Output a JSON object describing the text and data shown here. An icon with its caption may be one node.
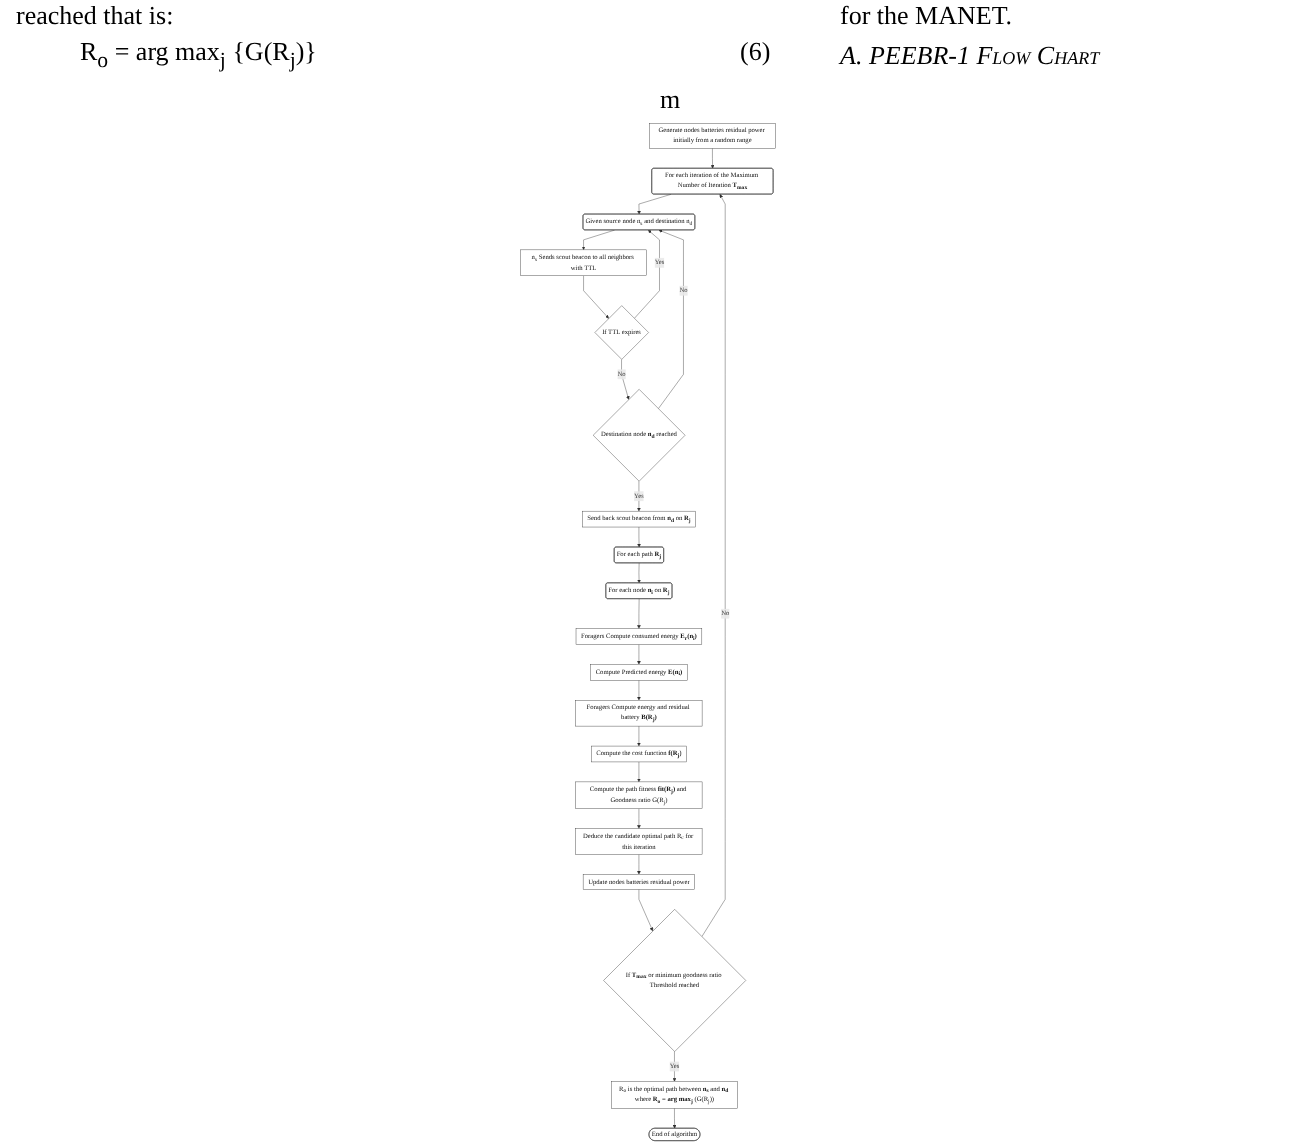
{
  "diagram": {
    "title": "A. PEEBR-1 Flow Chart",
    "nodes": [
      {
        "text": [
          "Generate nodes batteries residual power initially from a random range"
        ]
      },
      {
        "text": [
          "For each iteration of the Maximum Number of Iteration **T$_{max}$**"
        ]
      },
      {
        "text": [
          "Given source node n$_{s}$ and destination n$_{d}$"
        ]
      },
      {
        "text": [
          "n$_{s}$ Sends scout beacon to all neighbors with TTL"
        ]
      },
      {
        "text": [
          "If TTL expires"
        ]
      },
      {
        "text": [
          "Destination node **n$_{d}$** reached"
        ]
      },
      {
        "text": [
          "Send back scout beacon from **n$_{d}$** on **R$_{j}$**"
        ]
      },
      {
        "text": [
          "For each path **R$_{j}$**"
        ]
      },
      {
        "text": [
          "For each node **n$_{i}$** on **R$_{j}$**"
        ]
      },
      {
        "text": [
          "Foragers Compute consumed energy **E$_{r}$(n$_{i}$)**"
        ]
      },
      {
        "text": [
          "Compute Predicted energy **E(n$_{i}$)**"
        ]
      },
      {
        "text": [
          "Foragers Compute energy and residual battery **B(R$_{j}$)**"
        ]
      },
      {
        "text": [
          "Compute the cost function **f(R$_{j}$)**"
        ]
      },
      {
        "text": [
          "Compute the path fitness **fit(R$_{j}$)** and Goodness ratio G(R$_{j}$)"
        ]
      },
      {
        "text": [
          "Deduce the candidate optimal path R$_{c}$ for this iteration"
        ]
      },
      {
        "text": [
          "Update nodes batteries residual power"
        ]
      },
      {
        "text": [
          "If **T$_{max}$** or minimum goodness ratio Threshold reached"
        ]
      },
      {
        "text": [
          "R$_{o}$ is the optimal path between **n$_{s}$** and **n$_{d}$** where **R$_{o}$ = arg max$_{j}$** (G(R$_{j}$))"
        ]
      },
      {
        "text": [
          "End of algorithm"
        ]
      }
    ],
    "edges": [
      {
        "from": 0,
        "to": 1,
        "arrow": "to"
      },
      {
        "from": 1,
        "to": 2,
        "arrow": "to"
      },
      {
        "from": 2,
        "to": 3,
        "arrow": "to"
      },
      {
        "from": 3,
        "to": 4,
        "arrow": "to"
      },
      {
        "from": 4,
        "to": 2,
        "arrow": "to",
        "label": "Yes"
      },
      {
        "from": 4,
        "to": 5,
        "arrow": "to",
        "label": "No"
      },
      {
        "from": 5,
        "to": 2,
        "arrow": "to",
        "label": "No"
      },
      {
        "from": 5,
        "to": 6,
        "arrow": "to",
        "label": "Yes"
      },
      {
        "from": 6,
        "to": 7,
        "arrow": "to"
      },
      {
        "from": 7,
        "to": 8,
        "arrow": "to"
      },
      {
        "from": 8,
        "to": 9,
        "arrow": "to"
      },
      {
        "from": 9,
        "to": 10,
        "arrow": "to"
      },
      {
        "from": 10,
        "to": 11,
        "arrow": "to"
      },
      {
        "from": 11,
        "to": 12,
        "arrow": "to"
      },
      {
        "from": 12,
        "to": 13,
        "arrow": "to"
      },
      {
        "from": 13,
        "to": 14,
        "arrow": "to"
      },
      {
        "from": 14,
        "to": 15,
        "arrow": "to"
      },
      {
        "from": 15,
        "to": 16,
        "arrow": "to"
      },
      {
        "from": 16,
        "to": 17,
        "arrow": "to",
        "label": "Yes"
      },
      {
        "from": 16,
        "to": 1,
        "arrow": "to",
        "label": "No"
      },
      {
        "from": 17,
        "to": 18,
        "arrow": "to"
      }
    ],
    "labels": [
      "reached that is:",
      "R$_{o}$ = arg max$_{j}$ {G(R$_{j}$)}",
      "(6)",
      "for the MANET.",
      "m"
    ]
  }
}
